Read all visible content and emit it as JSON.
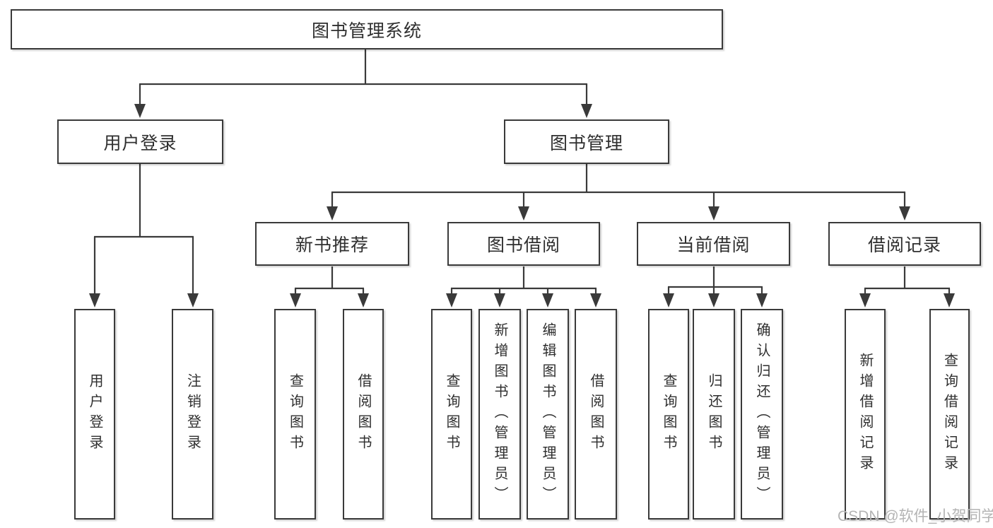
{
  "tree": {
    "root": {
      "label": "图书管理系统"
    },
    "branches": [
      {
        "label": "用户登录",
        "children": [
          {
            "label": "用户登录"
          },
          {
            "label": "注销登录"
          }
        ]
      },
      {
        "label": "图书管理",
        "children": [
          {
            "label": "新书推荐",
            "children": [
              {
                "label": "查询图书"
              },
              {
                "label": "借阅图书"
              }
            ]
          },
          {
            "label": "图书借阅",
            "children": [
              {
                "label": "查询图书"
              },
              {
                "label": "新增图书（管理员）"
              },
              {
                "label": "编辑图书（管理员）"
              },
              {
                "label": "借阅图书"
              }
            ]
          },
          {
            "label": "当前借阅",
            "children": [
              {
                "label": "查询图书"
              },
              {
                "label": "归还图书"
              },
              {
                "label": "确认归还（管理员）"
              }
            ]
          },
          {
            "label": "借阅记录",
            "children": [
              {
                "label": "新增借阅记录"
              },
              {
                "label": "查询借阅记录"
              }
            ]
          }
        ]
      }
    ]
  },
  "watermark": {
    "text": "CSDN @软件_小贺同学",
    "color": "#b4b4b4"
  },
  "colors": {
    "line": "#3a3a3a",
    "text": "#2f2f2f",
    "background": "#ffffff"
  }
}
